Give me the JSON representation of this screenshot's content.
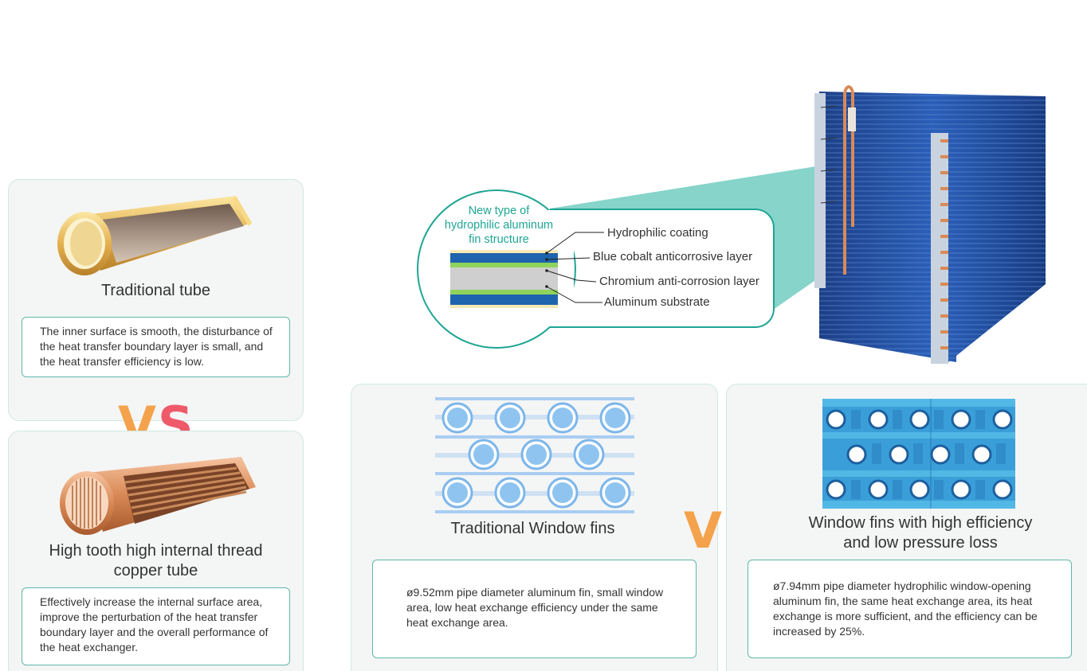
{
  "left_top": {
    "title": "Traditional tube",
    "description": "The inner surface is smooth, the disturbance of the heat transfer boundary layer is small, and the heat transfer efficiency is low."
  },
  "left_bottom": {
    "title_line1": "High tooth high internal thread",
    "title_line2": "copper tube",
    "description": "Effectively increase the internal surface area, improve the perturbation of the heat transfer boundary layer and the overall performance of the heat exchanger."
  },
  "vs_text": {
    "v": "V",
    "s": "S"
  },
  "fin_structure": {
    "title_line1": "New type of",
    "title_line2": "hydrophilic aluminum",
    "title_line3": "fin structure",
    "layers": [
      "Hydrophilic coating",
      "Blue cobalt anticorrosive layer",
      "Chromium anti-corrosion layer",
      "Aluminum substrate"
    ]
  },
  "middle_panel": {
    "title": "Traditional Window fins",
    "description": "ø9.52mm pipe diameter aluminum fin, small window area, low heat exchange efficiency under the same heat exchange area."
  },
  "right_panel": {
    "title_line1": "Window fins with high efficiency",
    "title_line2": "and low pressure loss",
    "description": "ø7.94mm pipe diameter hydrophilic window-opening aluminum fin, the same heat exchange area, its heat exchange is more sufficient, and the efficiency can be increased by 25%."
  },
  "colors": {
    "accent_teal": "#1fa594",
    "panel_border": "#cfe9e3",
    "copper": "#d98a56",
    "gold": "#e7b45a",
    "fin_blue": "#1a4fa0",
    "vs_orange": "#f4a24c",
    "vs_pink": "#ee5a6a"
  }
}
